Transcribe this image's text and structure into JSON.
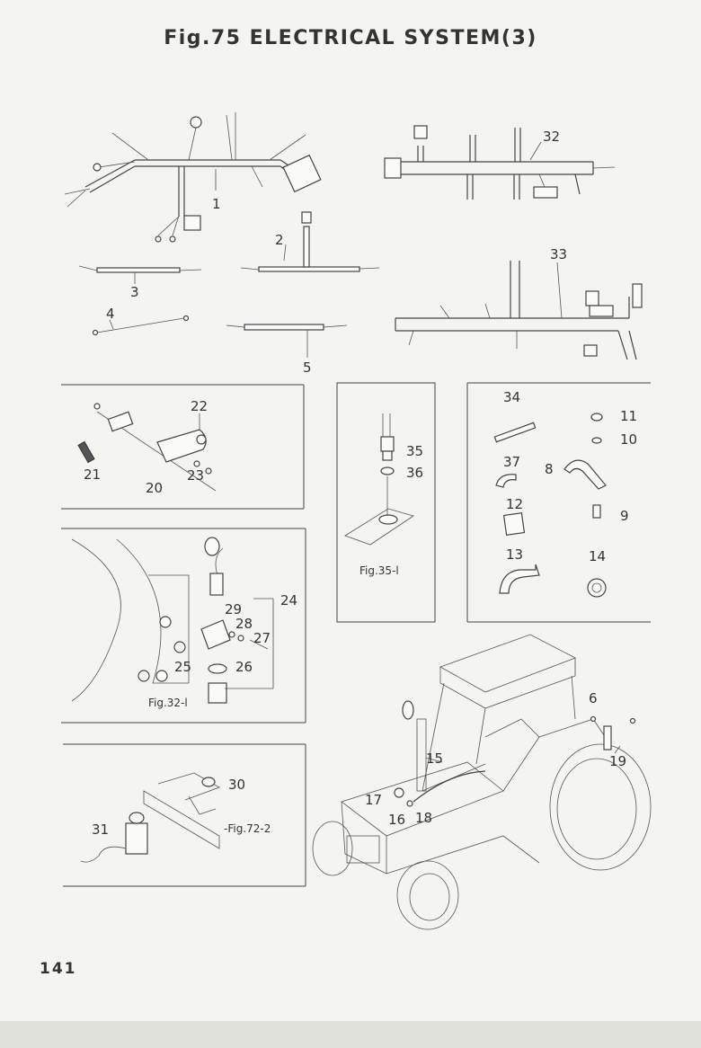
{
  "title": "Fig.75  ELECTRICAL SYSTEM(3)",
  "page_number": "141",
  "callouts": [
    "1",
    "2",
    "3",
    "4",
    "5",
    "6",
    "8",
    "9",
    "10",
    "11",
    "12",
    "13",
    "14",
    "15",
    "16",
    "17",
    "18",
    "19",
    "20",
    "21",
    "22",
    "23",
    "24",
    "25",
    "26",
    "27",
    "28",
    "29",
    "30",
    "31",
    "32",
    "33",
    "34",
    "35",
    "36",
    "37"
  ],
  "figure_refs": {
    "fig35": "Fig.35-l",
    "fig32": "Fig.32-l",
    "fig72": "-Fig.72-2"
  }
}
